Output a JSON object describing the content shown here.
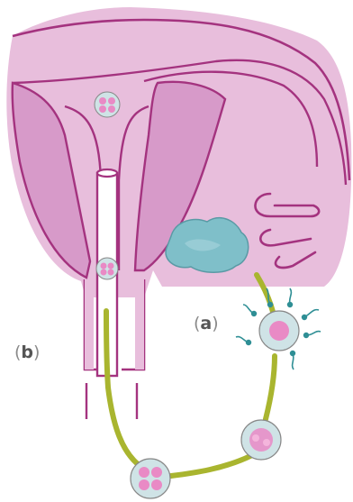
{
  "labels": {
    "a": {
      "open": "(",
      "letter": "a",
      "close": ")"
    },
    "b": {
      "open": "(",
      "letter": "b",
      "close": ")"
    }
  },
  "colors": {
    "uterus_fill": "#e8bedc",
    "uterus_stroke": "#a4337f",
    "wall_fill": "#d79ac9",
    "tube_line": "#a9b52f",
    "ovary_fill": "#7fbfc9",
    "embryo_fill": "#cfe3e6",
    "embryo_core": "#e98ac5",
    "sperm_color": "#2f8f95"
  },
  "icons": [
    "uterus",
    "fallopian-tube",
    "ovary",
    "egg-cell",
    "sperm",
    "zygote",
    "morula",
    "cervical-catheter"
  ]
}
